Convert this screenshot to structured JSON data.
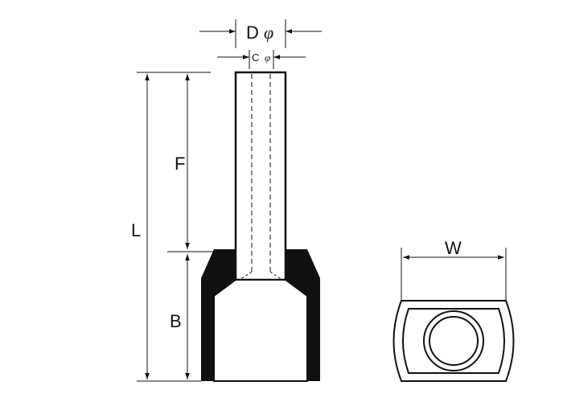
{
  "labels": {
    "D": "D",
    "C": "C",
    "phi": "φ",
    "F": "F",
    "L": "L",
    "B": "B",
    "W": "W"
  },
  "colors": {
    "stroke": "#111111",
    "background": "#ffffff",
    "collar_fill": "#111111"
  }
}
